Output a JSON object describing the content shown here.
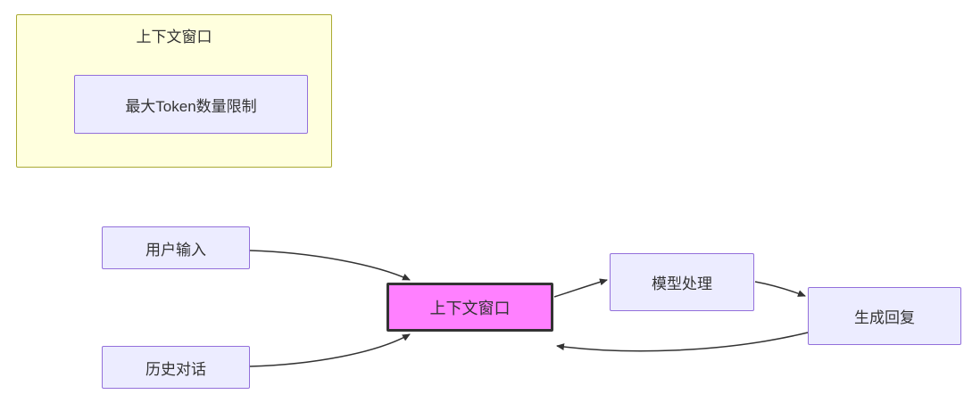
{
  "diagram": {
    "subgraph": {
      "title": "上下文窗口",
      "inner_node": "最大Token数量限制"
    },
    "nodes": {
      "user_input": "用户输入",
      "history_dialog": "历史对话",
      "context_window": "上下文窗口",
      "model_process": "模型处理",
      "generate_reply": "生成回复"
    },
    "edges": [
      {
        "from": "user_input",
        "to": "context_window"
      },
      {
        "from": "history_dialog",
        "to": "context_window"
      },
      {
        "from": "context_window",
        "to": "model_process"
      },
      {
        "from": "model_process",
        "to": "generate_reply"
      },
      {
        "from": "generate_reply",
        "to": "context_window"
      }
    ],
    "colors": {
      "node_fill": "#ECECFF",
      "node_border": "#9370DB",
      "subgraph_fill": "#FFFFDE",
      "subgraph_border": "#AAAA33",
      "highlight_fill": "#FF80FF",
      "highlight_border": "#333333",
      "edge": "#333333"
    }
  }
}
